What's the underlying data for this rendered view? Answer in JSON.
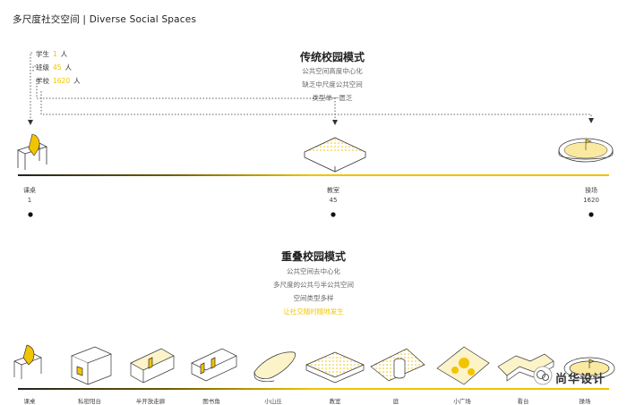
{
  "header": {
    "title": "多尺度社交空间 | Diverse Social Spaces"
  },
  "legend": [
    {
      "label": "学生",
      "value": "1",
      "unit": "人"
    },
    {
      "label": "班级",
      "value": "45",
      "unit": "人"
    },
    {
      "label": "学校",
      "value": "1620",
      "unit": "人"
    }
  ],
  "traditional": {
    "title": "传统校园模式",
    "lines": [
      "公共空间高度中心化",
      "缺乏中尺度公共空间",
      "类型单一匮乏"
    ],
    "ticks": [
      {
        "label": "课桌",
        "value": "1"
      },
      {
        "label": "教室",
        "value": "45"
      },
      {
        "label": "操场",
        "value": "1620"
      }
    ]
  },
  "overlap": {
    "title": "重叠校园模式",
    "lines": [
      "公共空间去中心化",
      "多尺度的公共与半公共空间",
      "空间类型多样"
    ],
    "highlight": "让社交随时随地发生",
    "bottom_labels": [
      "课桌",
      "私密阳台",
      "半开放走廊",
      "图书角",
      "小山丘",
      "教室",
      "庭",
      "小广场",
      "看台",
      "操场"
    ]
  },
  "watermark": {
    "text": "尚华设计"
  },
  "colors": {
    "accent": "#f1c400",
    "line_dark": "#222222"
  },
  "icons": [
    "desk-icon",
    "classroom-icon",
    "playground-icon",
    "wechat-icon"
  ]
}
